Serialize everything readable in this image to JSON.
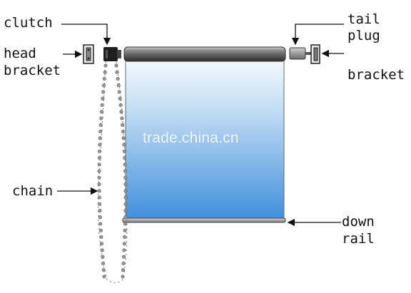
{
  "labels": {
    "clutch": "clutch",
    "head_bracket_line1": "head",
    "head_bracket_line2": "bracket",
    "chain": "chain",
    "tail_plug_line1": "tail",
    "tail_plug_line2": "plug",
    "bracket": "bracket",
    "down_rail_line1": "down",
    "down_rail_line2": "rail"
  },
  "watermark": "trade.china.cn",
  "colors": {
    "fabric_top": "#f4f9fe",
    "fabric_bottom": "#3f8fdc",
    "tube": "#6e6e6e",
    "arrow": "#111111",
    "chain": "#8a8a8a"
  }
}
